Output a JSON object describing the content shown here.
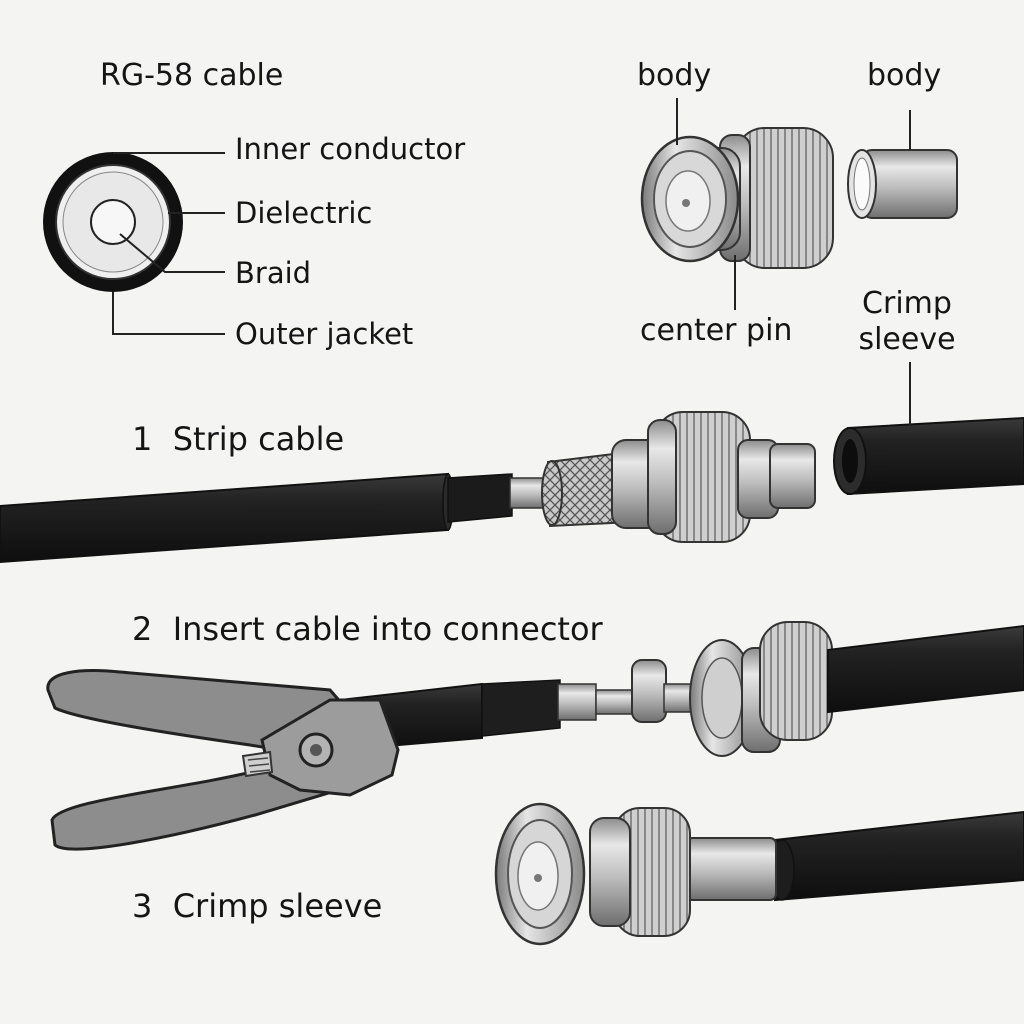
{
  "cross_section": {
    "title": "RG-58 cable",
    "parts": [
      "Inner conductor",
      "Dielectric",
      "Braid",
      "Outer jacket"
    ]
  },
  "connector_parts": {
    "body_left": "body",
    "body_right": "body",
    "center_pin": "center pin",
    "crimp_sleeve_line1": "Crimp",
    "crimp_sleeve_line2": "sleeve"
  },
  "steps": [
    {
      "number": "1",
      "label": "Strip cable"
    },
    {
      "number": "2",
      "label": "Insert cable into connector"
    },
    {
      "number": "3",
      "label": "Crimp sleeve"
    }
  ]
}
